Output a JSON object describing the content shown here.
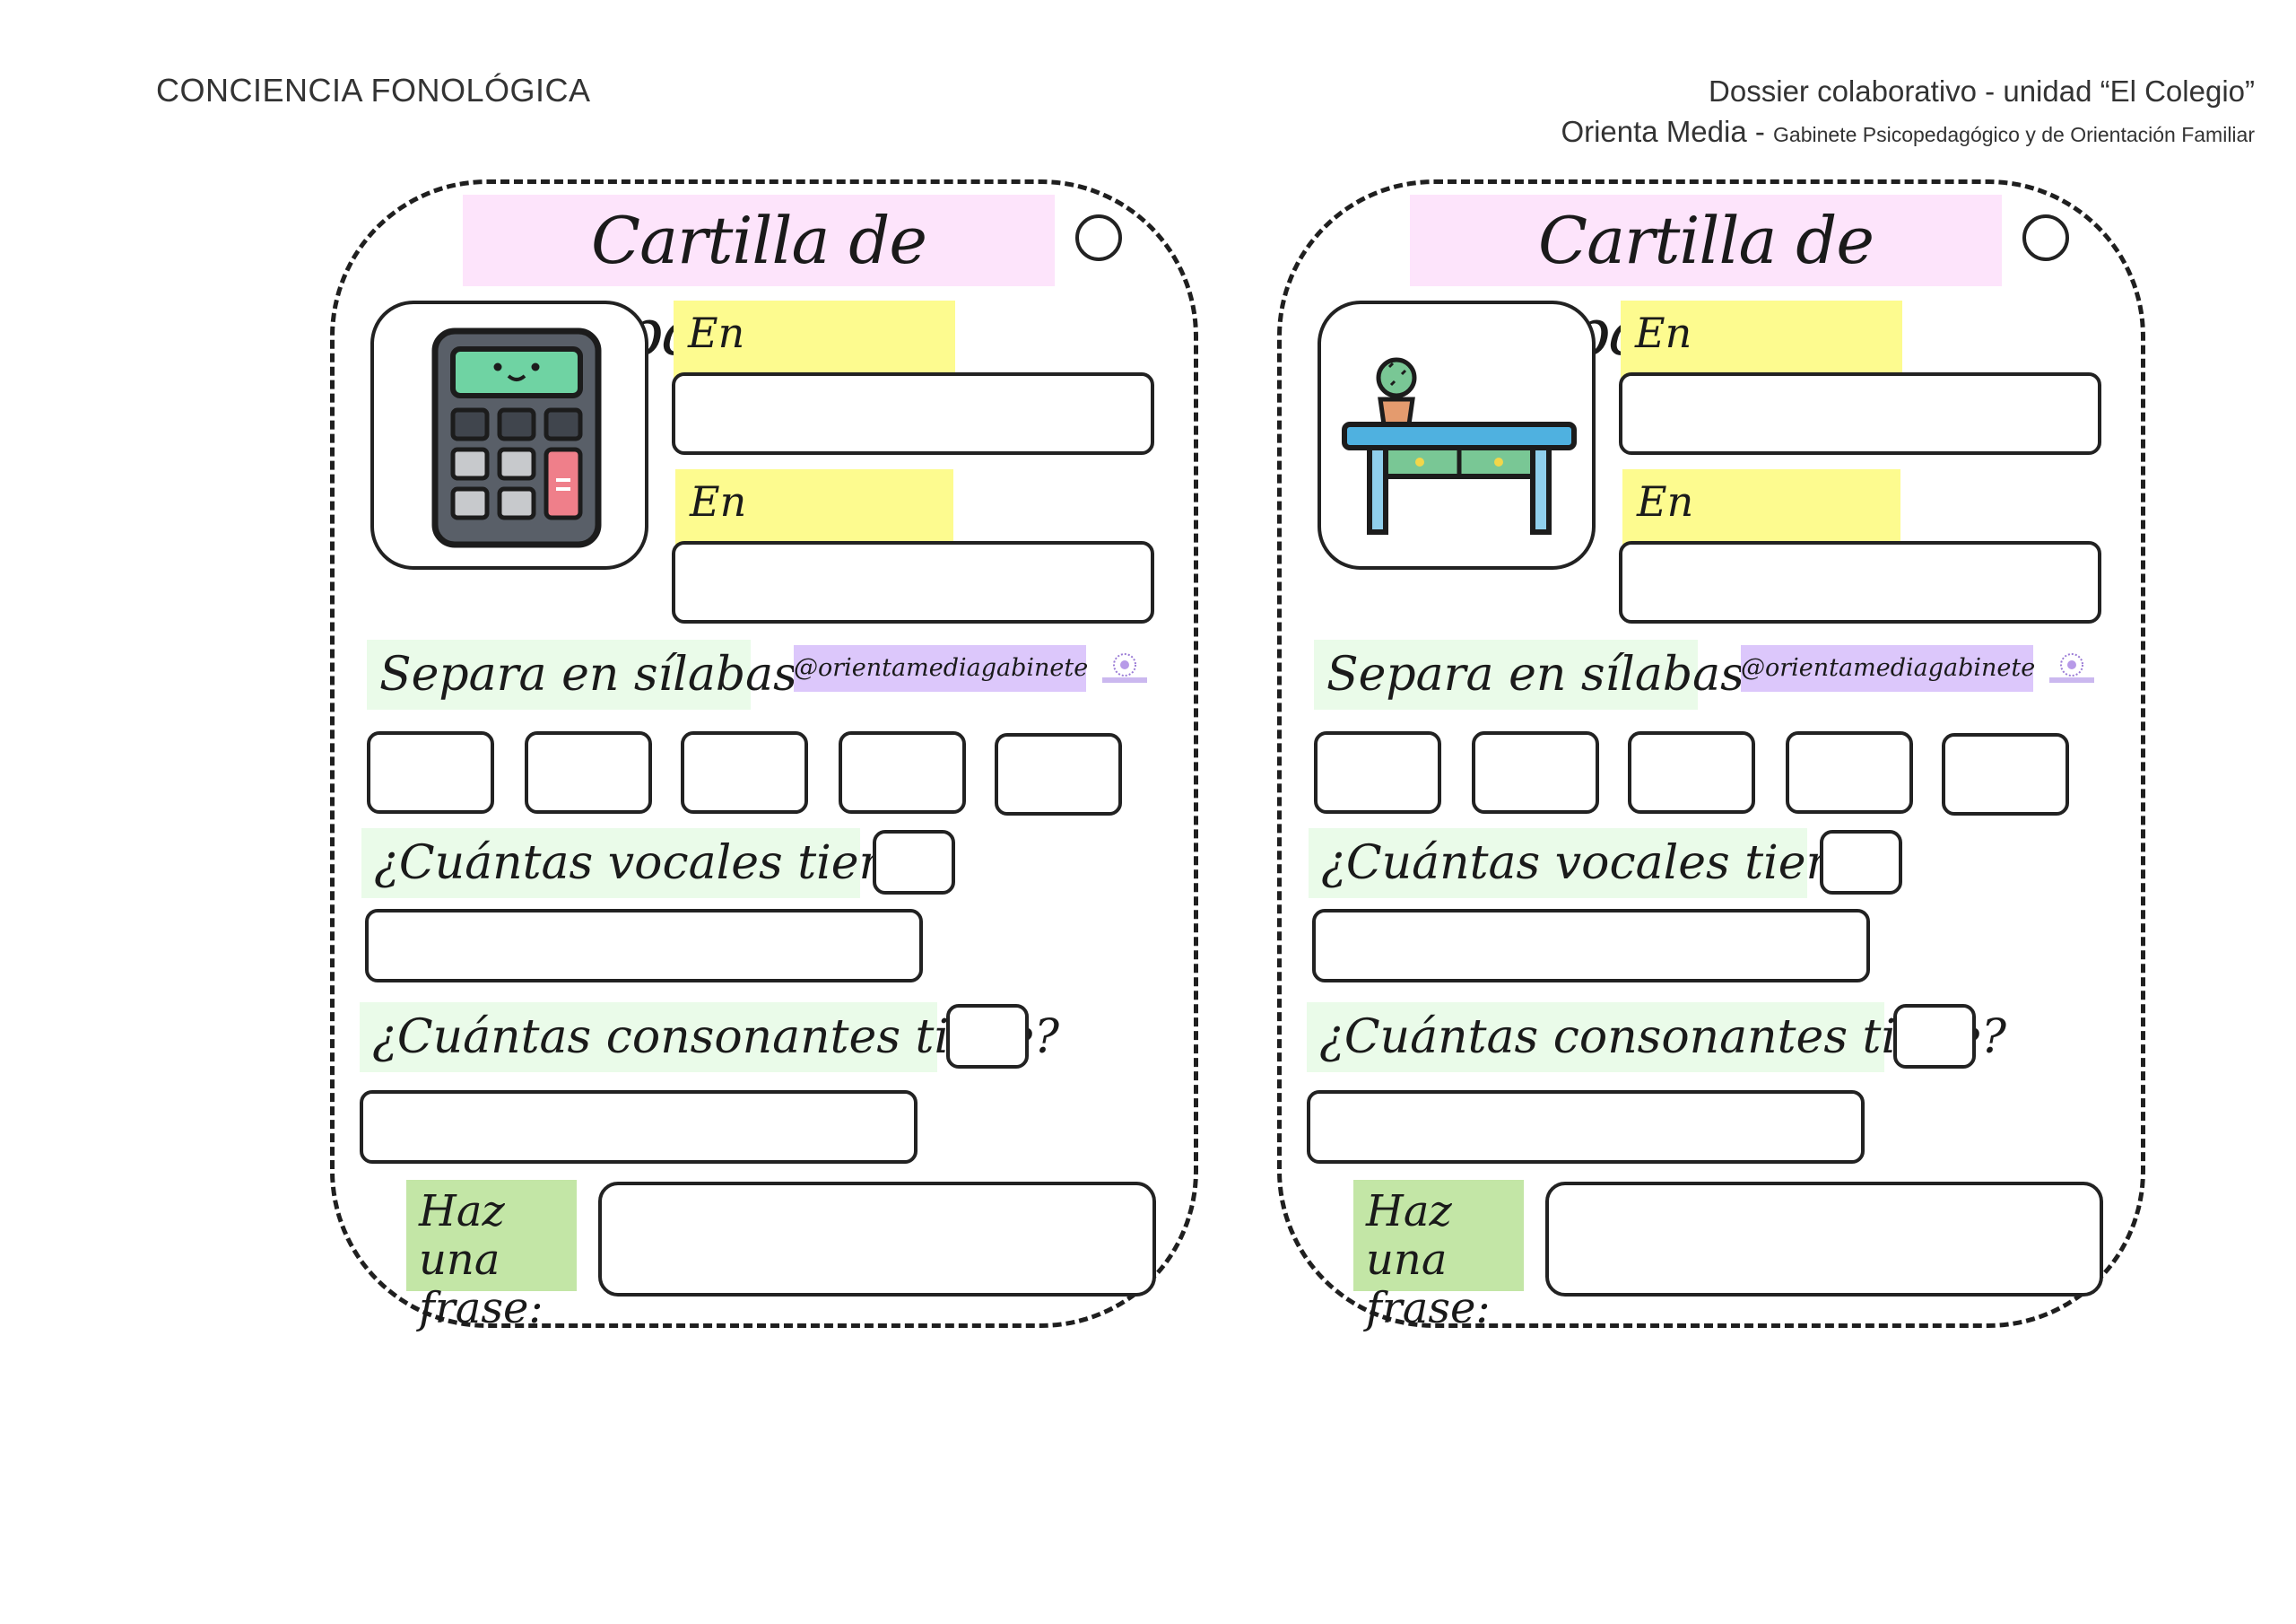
{
  "header": {
    "left": "CONCIENCIA FONOLÓGICA",
    "right_line1": "Dossier colaborativo - unidad “El Colegio”",
    "right_line2_main": "Orienta Media - ",
    "right_line2_small": "Gabinete Psicopedagógico y de Orientación Familiar"
  },
  "cards": [
    {
      "title": "Cartilla de palabras",
      "image_icon": "calculator-icon",
      "uppercase_label": "En mayúscula:",
      "lowercase_label": "En minúscula:",
      "syllables_label": "Separa en sílabas:",
      "handle": "@orientamediagabinete",
      "vowels_label": "¿Cuántas vocales tiene?",
      "consonants_label": "¿Cuántas consonantes tiene?",
      "sentence_label": "Haz una frase:"
    },
    {
      "title": "Cartilla de palabras",
      "image_icon": "desk-icon",
      "uppercase_label": "En mayúscula:",
      "lowercase_label": "En minúscula:",
      "syllables_label": "Separa en sílabas:",
      "handle": "@orientamediagabinete",
      "vowels_label": "¿Cuántas vocales tiene?",
      "consonants_label": "¿Cuántas consonantes tiene?",
      "sentence_label": "Haz una frase:"
    }
  ],
  "colors": {
    "title_bg": "#fde4fb",
    "case_label_bg": "#fdfb8f",
    "question_label_bg": "#eafbe9",
    "handle_bg": "#dcc7fb",
    "sentence_label_bg": "#c3e6a6"
  }
}
